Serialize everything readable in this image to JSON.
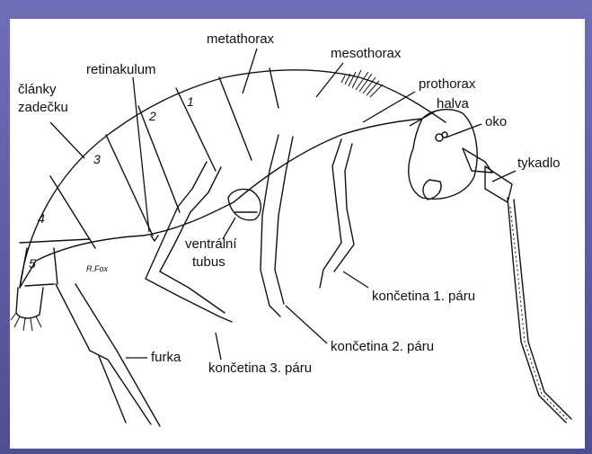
{
  "diagram": {
    "labels": {
      "metathorax": "metathorax",
      "mesothorax": "mesothorax",
      "prothorax": "prothorax",
      "halva": "halva",
      "oko": "oko",
      "tykadlo": "tykadlo",
      "retinakulum": "retinakulum",
      "clanky_line1": "články",
      "clanky_line2": "zadečku",
      "ventralni_line1": "ventrální",
      "ventralni_line2": "tubus",
      "furka": "furka",
      "koncetina1": "končetina 1. páru",
      "koncetina2": "končetina 2. páru",
      "koncetina3": "končetina 3. páru"
    },
    "segment_numbers": [
      "1",
      "2",
      "3",
      "4",
      "5"
    ],
    "signature": "R.Fox"
  }
}
